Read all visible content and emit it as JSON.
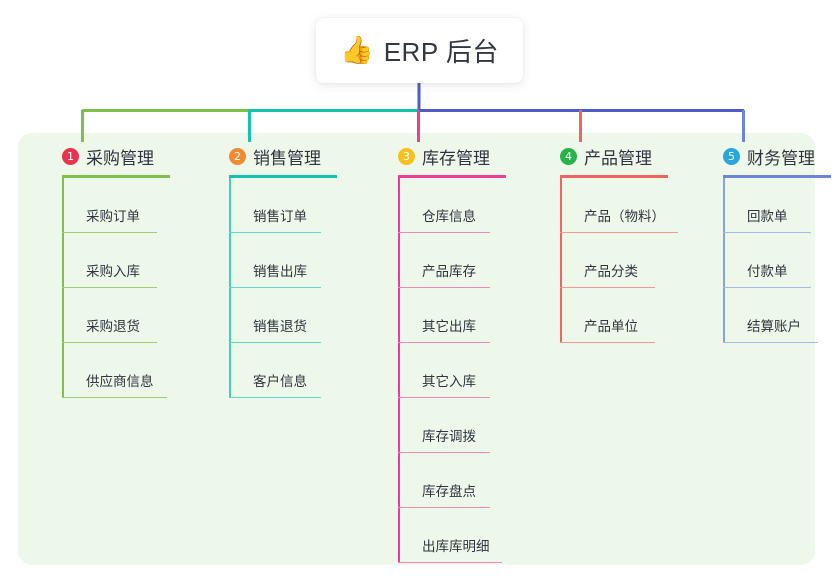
{
  "page": {
    "background": "#ffffff",
    "panel_background": "#eef8ea"
  },
  "root": {
    "icon": "thumbs-up-icon",
    "icon_glyph": "👍",
    "title": "ERP 后台"
  },
  "connector_colors": {
    "stem": "#4e5ac8",
    "bus_left": "#7cc24a",
    "bus_mid": "#14c2ad",
    "bus_right": "#4e5ac8"
  },
  "columns": [
    {
      "index": "1",
      "badge_number": "1",
      "badge_color": "#e8344e",
      "line_color": "#7cc24a",
      "title": "采购管理",
      "items": [
        {
          "label": "采购订单"
        },
        {
          "label": "采购入库"
        },
        {
          "label": "采购退货"
        },
        {
          "label": "供应商信息"
        }
      ]
    },
    {
      "index": "2",
      "badge_number": "2",
      "badge_color": "#f08b33",
      "line_color": "#14c2ad",
      "title": "销售管理",
      "items": [
        {
          "label": "销售订单"
        },
        {
          "label": "销售出库"
        },
        {
          "label": "销售退货"
        },
        {
          "label": "客户信息"
        }
      ]
    },
    {
      "index": "3",
      "badge_number": "3",
      "badge_color": "#f5c020",
      "line_color": "#ea3f94",
      "title": "库存管理",
      "items": [
        {
          "label": "仓库信息"
        },
        {
          "label": "产品库存"
        },
        {
          "label": "其它出库"
        },
        {
          "label": "其它入库"
        },
        {
          "label": "库存调拨"
        },
        {
          "label": "库存盘点"
        },
        {
          "label": "出库库明细"
        }
      ]
    },
    {
      "index": "4",
      "badge_number": "4",
      "badge_color": "#27b34a",
      "line_color": "#f2655f",
      "title": "产品管理",
      "items": [
        {
          "label": "产品（物料）"
        },
        {
          "label": "产品分类"
        },
        {
          "label": "产品单位"
        }
      ]
    },
    {
      "index": "5",
      "badge_number": "5",
      "badge_color": "#29a6e0",
      "line_color": "#6c85d8",
      "title": "财务管理",
      "items": [
        {
          "label": "回款单"
        },
        {
          "label": "付款单"
        },
        {
          "label": "结算账户"
        }
      ]
    }
  ]
}
